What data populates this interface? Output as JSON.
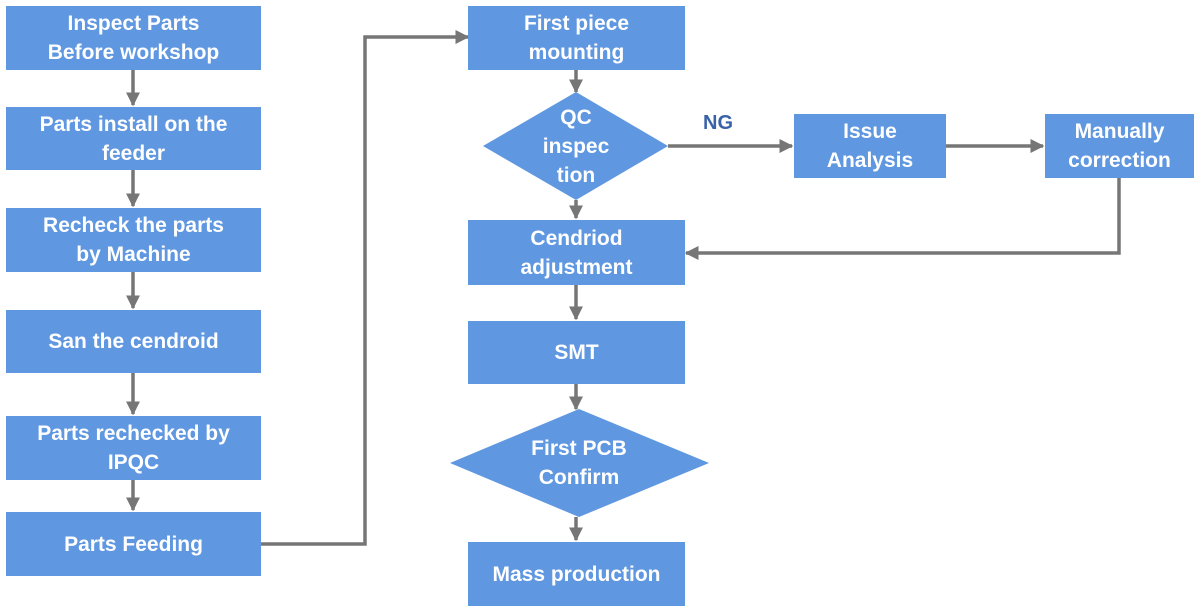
{
  "colors": {
    "node_fill": "#5f97e0",
    "node_text": "#ffffff",
    "connector": "#767676",
    "ng_text": "#3a62a8"
  },
  "nodes": {
    "inspect_parts": "Inspect Parts\nBefore workshop",
    "install_feeder": "Parts install on the\nfeeder",
    "recheck_machine": "Recheck the parts\nby Machine",
    "scan_cendroid": "San the cendroid",
    "recheck_ipqc": "Parts rechecked by\nIPQC",
    "parts_feeding": "Parts Feeding",
    "first_piece": "First piece\nmounting",
    "qc_inspection": "QC\ninspec\ntion",
    "issue_analysis": "Issue\nAnalysis",
    "manual_correction": "Manually\ncorrection",
    "cendriod_adjust": "Cendriod\nadjustment",
    "smt": "SMT",
    "first_pcb": "First PCB\nConfirm",
    "mass_production": "Mass production"
  },
  "edges": {
    "ng_label": "NG"
  }
}
